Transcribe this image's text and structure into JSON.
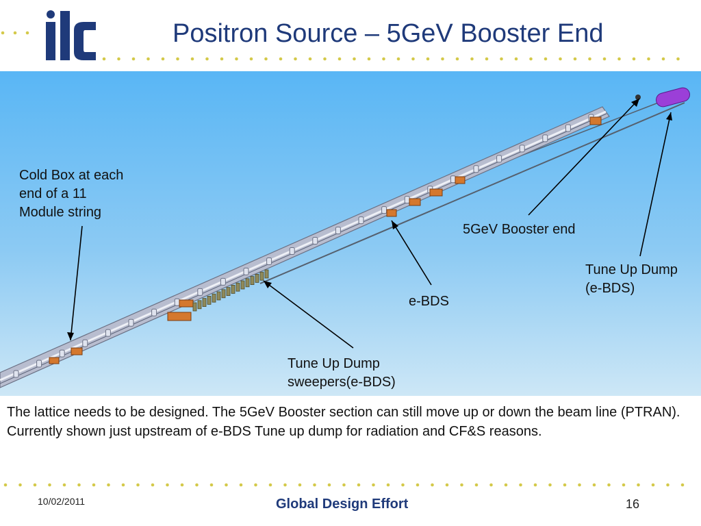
{
  "header": {
    "logo_text": "ilc",
    "title": "Positron Source – 5GeV Booster End"
  },
  "diagram": {
    "labels": {
      "cold_box": [
        "Cold Box at each",
        "end of a 11",
        "Module string"
      ],
      "booster_end": "5GeV Booster end",
      "tune_up_dump": [
        "Tune Up Dump",
        "(e-BDS)"
      ],
      "ebds": "e-BDS",
      "sweepers": [
        "Tune Up Dump",
        "sweepers(e-BDS)"
      ]
    }
  },
  "caption": "The lattice needs to be designed. The 5GeV Booster section can still move up or down the beam line (PTRAN). Currently shown just upstream of e-BDS Tune up dump for radiation and CF&S reasons.",
  "footer": {
    "date": "10/02/2011",
    "organization": "Global Design Effort",
    "page_number": "16"
  },
  "colors": {
    "title": "#1f3a7a",
    "dots": "#d4c94a",
    "sky_top": "#59b6f5",
    "sky_bottom": "#cde7f6",
    "tunnel": "#aab0c4",
    "magnet": "#d4782e",
    "dump": "#9b3fd8"
  }
}
